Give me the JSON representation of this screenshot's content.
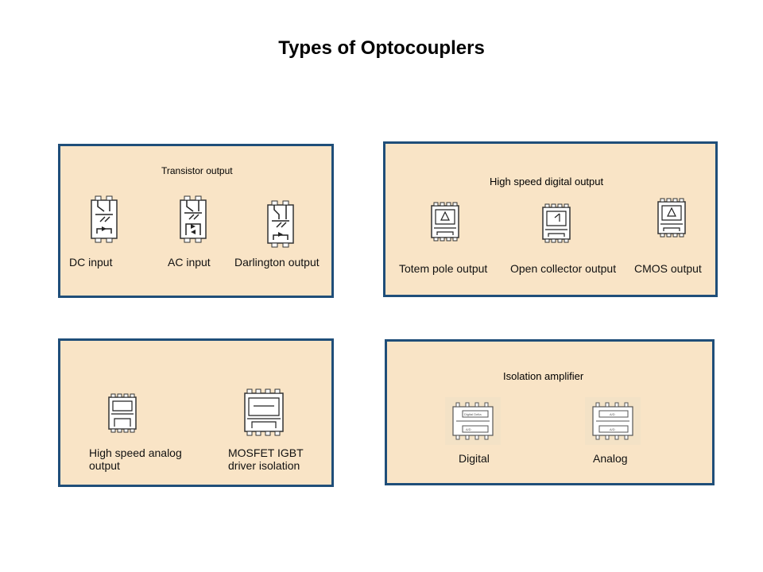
{
  "title": "Types of Optocouplers",
  "panels": {
    "transistor": {
      "header": "Transistor output",
      "items": [
        "DC input",
        "AC input",
        "Darlington output"
      ]
    },
    "high_speed": {
      "header": "High speed digital output",
      "items": [
        "Totem pole output",
        "Open collector output",
        "CMOS output"
      ]
    },
    "analog": {
      "items": [
        "High speed analog output",
        "MOSFET IGBT driver isolation"
      ]
    },
    "isolation": {
      "header": "Isolation amplifier",
      "items": [
        "Digital",
        "Analog"
      ],
      "chip_labels": {
        "digital_top": "Digital Delta",
        "digital_bottom": "A/D",
        "analog_top": "A/D",
        "analog_bottom": "A/D"
      }
    }
  }
}
